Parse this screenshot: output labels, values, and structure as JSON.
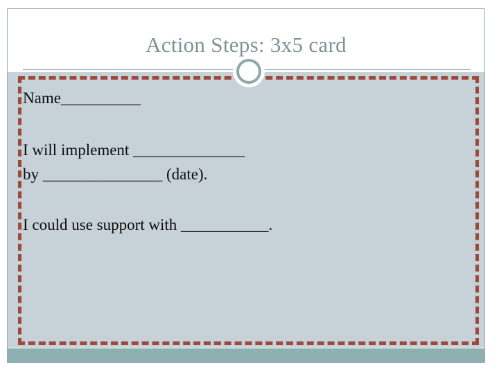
{
  "slide": {
    "title": "Action Steps: 3x5 card",
    "decoration": {
      "ring_icon": "circle-ring-decoration",
      "rule_icon": "horizontal-rule"
    },
    "card": {
      "lines": [
        {
          "id": "name",
          "text": "Name__________"
        },
        {
          "id": "implement_1",
          "text": "I will implement ______________"
        },
        {
          "id": "implement_2",
          "text": "by _______________ (date)."
        },
        {
          "id": "support",
          "text": "I could use support with ___________."
        }
      ]
    },
    "colors": {
      "title_text": "#7d9294",
      "body_background": "#c7d2d8",
      "dashed_border": "#9c4a3c",
      "bottom_bar": "#8fb0b0",
      "frame_line": "#9bacb2",
      "body_text": "#0d0d0d",
      "page_background": "#ffffff"
    }
  }
}
